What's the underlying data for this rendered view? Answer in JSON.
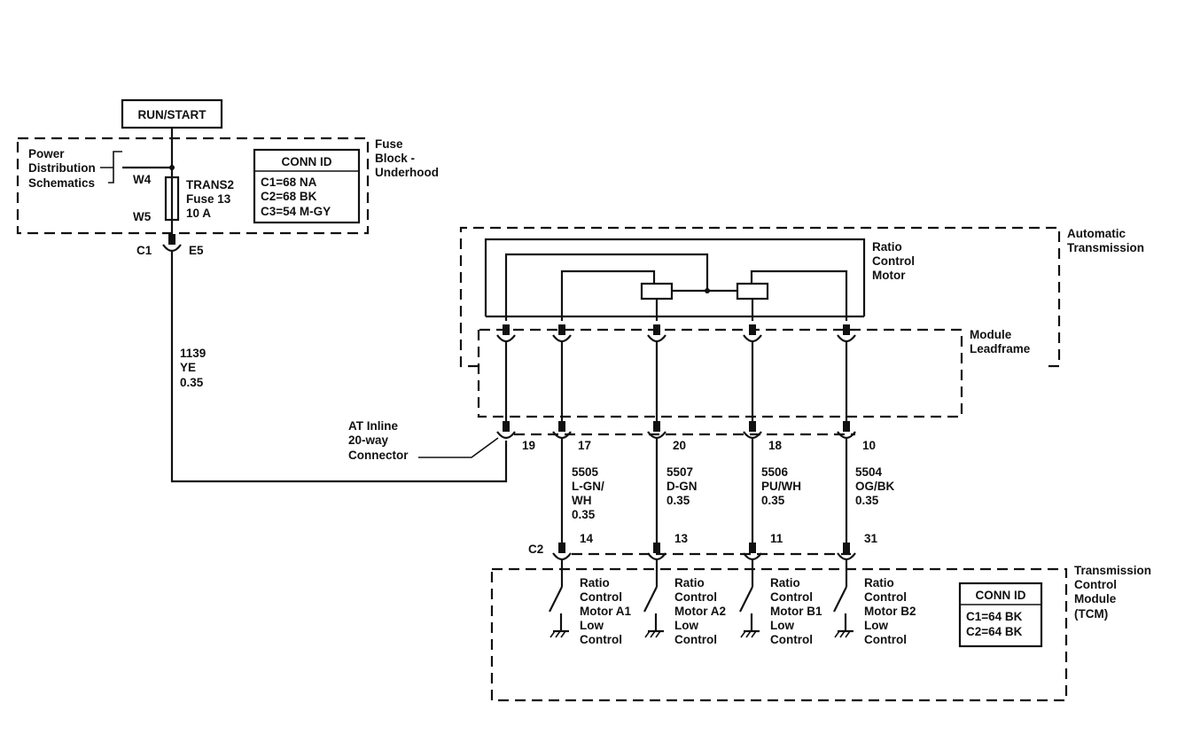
{
  "power_source": {
    "label": "RUN/START"
  },
  "fuse_block": {
    "name_lines": [
      "Fuse",
      "Block -",
      "Underhood"
    ],
    "ref_lines": [
      "Power",
      "Distribution",
      "Schematics"
    ],
    "pin_in": "W4",
    "pin_out": "W5",
    "fuse_lines": [
      "TRANS2",
      "Fuse 13",
      "10 A"
    ],
    "conn_id": {
      "title": "CONN ID",
      "rows": [
        "C1=68 NA",
        "C2=68 BK",
        "C3=54 M-GY"
      ]
    },
    "connector": "C1",
    "cavity": "E5"
  },
  "feed_wire": {
    "lines": [
      "1139",
      "YE",
      "0.35"
    ]
  },
  "inline_connector": {
    "lines": [
      "AT Inline",
      "20-way",
      "Connector"
    ]
  },
  "automatic_transmission": {
    "name_lines": [
      "Automatic",
      "Transmission"
    ],
    "motor_lines": [
      "Ratio",
      "Control",
      "Motor"
    ],
    "leadframe_lines": [
      "Module",
      "Leadframe"
    ]
  },
  "inline_pins": [
    "19",
    "17",
    "20",
    "18",
    "10"
  ],
  "circuits": [
    {
      "lines": [
        "5505",
        "L-GN/",
        "WH",
        "0.35"
      ]
    },
    {
      "lines": [
        "5507",
        "D-GN",
        "0.35"
      ]
    },
    {
      "lines": [
        "5506",
        "PU/WH",
        "0.35"
      ]
    },
    {
      "lines": [
        "5504",
        "OG/BK",
        "0.35"
      ]
    }
  ],
  "tcm_connector": "C2",
  "tcm_pins": [
    "14",
    "13",
    "11",
    "31"
  ],
  "tcm": {
    "name_lines": [
      "Transmission",
      "Control",
      "Module",
      "(TCM)"
    ],
    "conn_id": {
      "title": "CONN ID",
      "rows": [
        "C1=64 BK",
        "C2=64 BK"
      ]
    },
    "controls": [
      {
        "lines": [
          "Ratio",
          "Control",
          "Motor A1",
          "Low",
          "Control"
        ]
      },
      {
        "lines": [
          "Ratio",
          "Control",
          "Motor A2",
          "Low",
          "Control"
        ]
      },
      {
        "lines": [
          "Ratio",
          "Control",
          "Motor B1",
          "Low",
          "Control"
        ]
      },
      {
        "lines": [
          "Ratio",
          "Control",
          "Motor B2",
          "Low",
          "Control"
        ]
      }
    ]
  }
}
